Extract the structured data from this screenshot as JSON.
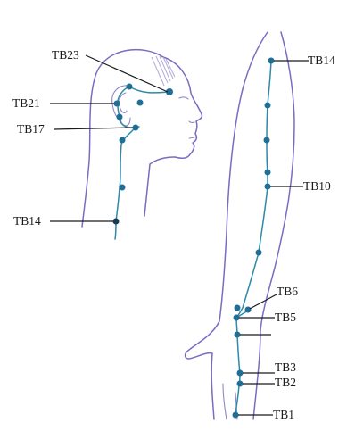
{
  "labels": {
    "tb23": "TB23",
    "tb21": "TB21",
    "tb17": "TB17",
    "tb14_head": "TB14",
    "tb14_arm": "TB14",
    "tb10": "TB10",
    "tb6": "TB6",
    "tb5": "TB5",
    "tb3": "TB3",
    "tb2": "TB2",
    "tb1": "TB1"
  },
  "colors": {
    "outline": "#7a6cc2",
    "meridian": "#2e8aa8",
    "point": "#1f6f95"
  }
}
